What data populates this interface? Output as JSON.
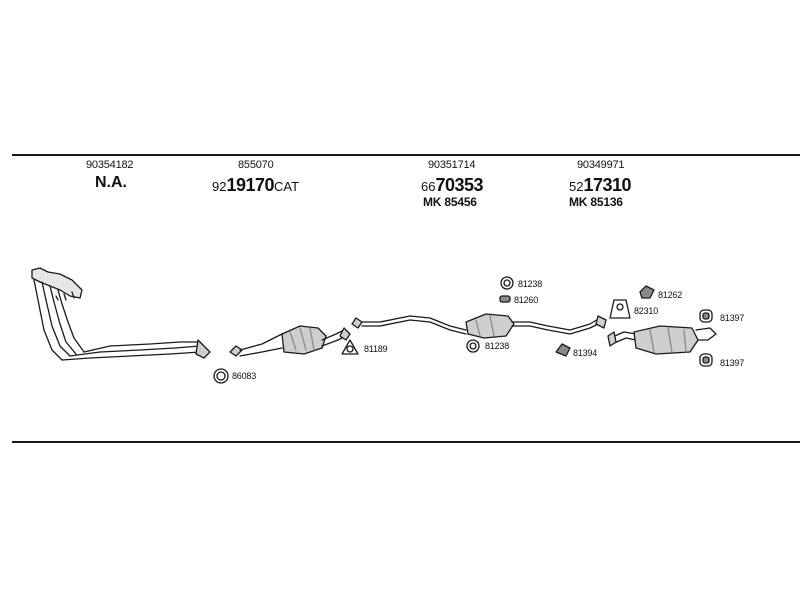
{
  "columns": [
    {
      "part_number": "90354182",
      "main": "N.A.",
      "main_prefix": "",
      "main_suffix": "",
      "mk": ""
    },
    {
      "part_number": "855070",
      "main_prefix": "92",
      "main": "19170",
      "main_suffix": "CAT",
      "mk": ""
    },
    {
      "part_number": "90351714",
      "main_prefix": "66",
      "main": "70353",
      "main_suffix": "",
      "mk": "MK 85456"
    },
    {
      "part_number": "90349971",
      "main_prefix": "52",
      "main": "17310",
      "main_suffix": "",
      "mk": "MK 85136"
    }
  ],
  "callouts": {
    "gasket_front": "86083",
    "flange_gasket": "81189",
    "ring_a": "81238",
    "clamp_a": "81260",
    "ring_b": "81238",
    "hanger_a": "81394",
    "bracket": "81262",
    "clamp_b": "82310",
    "rubber_top": "81397",
    "rubber_bottom": "81397"
  },
  "colors": {
    "line": "#1a1a1a",
    "fill_light": "#cfcfcf",
    "fill_dark": "#8a8a8a"
  },
  "icons": [
    "exhaust-manifold-icon",
    "catalytic-converter-icon",
    "middle-silencer-icon",
    "rear-silencer-icon",
    "gasket-ring-icon",
    "clamp-icon",
    "rubber-hanger-icon"
  ]
}
